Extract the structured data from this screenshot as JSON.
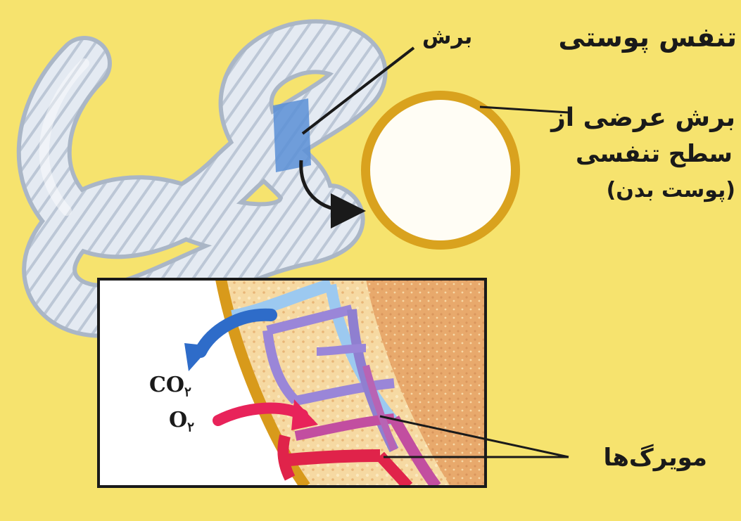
{
  "labels": {
    "title": "تنفس پوستی",
    "cut": "برش",
    "cross_section_line1": "برش عرضی از",
    "cross_section_line2": "سطح تنفسی",
    "cross_section_line3": "(پوست بدن)",
    "capillaries": "مویرگ‌ها"
  },
  "gases": {
    "co2_base": "CO",
    "co2_sub": "۲",
    "o2_base": "O",
    "o2_sub": "۲"
  },
  "colors": {
    "background": "#f6e36e",
    "worm": "#dfe6ef",
    "worm_stripe": "#b6c2d2",
    "cut_marker": "#5b8fd6",
    "ring": "#d9a21e",
    "tissue": "#f3cf9a",
    "vessel_blue": "#9cc9f0",
    "vessel_purple": "#9a86d8",
    "vessel_red": "#e0234a",
    "arrow_co2": "#2e6cc9",
    "arrow_o2": "#e8235a",
    "line": "#1a1a1a"
  }
}
